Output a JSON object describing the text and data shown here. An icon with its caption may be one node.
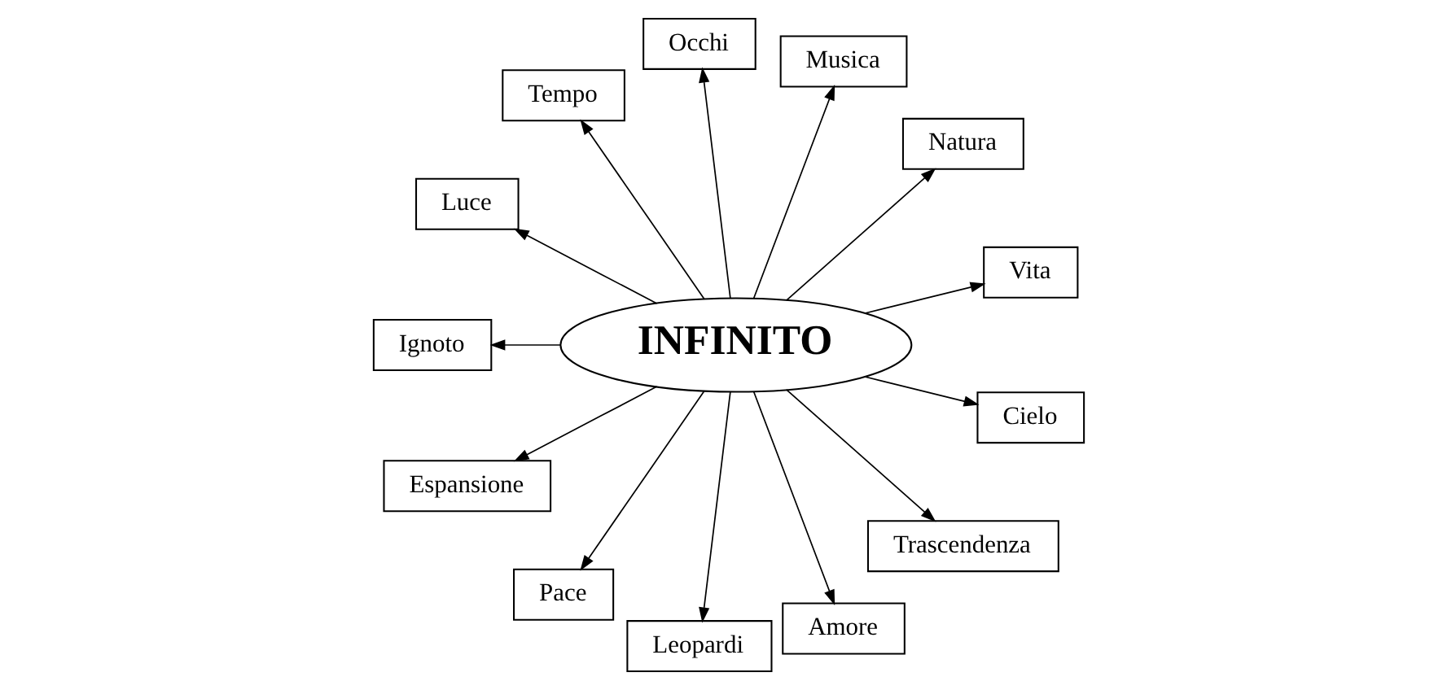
{
  "diagram": {
    "nodes": [
      {
        "text": [
          "INFINITO"
        ]
      },
      {
        "text": [
          "Vita"
        ]
      },
      {
        "text": [
          "Natura"
        ]
      },
      {
        "text": [
          "Musica"
        ]
      },
      {
        "text": [
          "Occhi"
        ]
      },
      {
        "text": [
          "Tempo"
        ]
      },
      {
        "text": [
          "Luce"
        ]
      },
      {
        "text": [
          "Ignoto"
        ]
      },
      {
        "text": [
          "Espansione"
        ]
      },
      {
        "text": [
          "Pace"
        ]
      },
      {
        "text": [
          "Leopardi"
        ]
      },
      {
        "text": [
          "Amore"
        ]
      },
      {
        "text": [
          "Trascendenza"
        ]
      },
      {
        "text": [
          "Cielo"
        ]
      }
    ],
    "edges": [
      {
        "from": 0,
        "to": 1,
        "arrow": "to"
      },
      {
        "from": 0,
        "to": 2,
        "arrow": "to"
      },
      {
        "from": 0,
        "to": 3,
        "arrow": "to"
      },
      {
        "from": 0,
        "to": 4,
        "arrow": "to"
      },
      {
        "from": 0,
        "to": 5,
        "arrow": "to"
      },
      {
        "from": 0,
        "to": 6,
        "arrow": "to"
      },
      {
        "from": 0,
        "to": 7,
        "arrow": "to"
      },
      {
        "from": 0,
        "to": 8,
        "arrow": "to"
      },
      {
        "from": 0,
        "to": 9,
        "arrow": "to"
      },
      {
        "from": 0,
        "to": 10,
        "arrow": "to"
      },
      {
        "from": 0,
        "to": 11,
        "arrow": "to"
      },
      {
        "from": 0,
        "to": 12,
        "arrow": "to"
      },
      {
        "from": 0,
        "to": 13,
        "arrow": "to"
      }
    ]
  }
}
